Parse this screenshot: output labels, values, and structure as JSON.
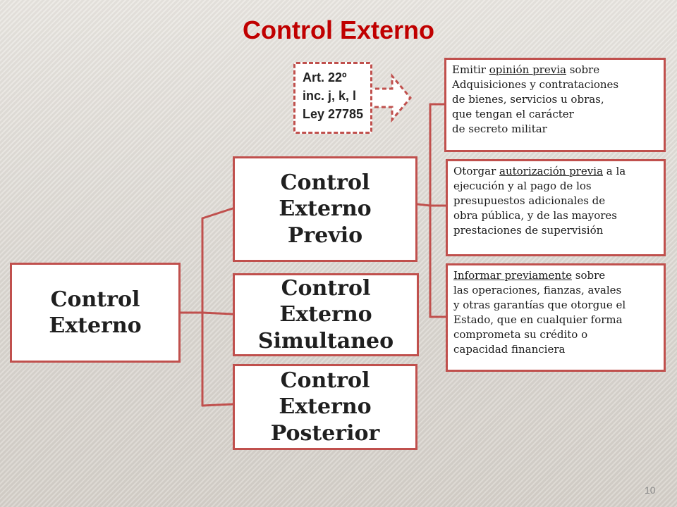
{
  "title": "Control Externo",
  "main_node": {
    "line1": "Control",
    "line2": "Externo"
  },
  "branches": [
    {
      "line1": "Control",
      "line2": "Externo",
      "line3": "Previo"
    },
    {
      "line1": "Control",
      "line2": "Externo",
      "line3": "Simultaneo"
    },
    {
      "line1": "Control",
      "line2": "Externo",
      "line3": "Posterior"
    }
  ],
  "article_ref": {
    "line1": "Art.  22º",
    "line2": "inc. j, k, l",
    "line3": "Ley 27785"
  },
  "descriptions": [
    {
      "l1_pre": "Emitir ",
      "l1_u": "opinión previa",
      "l1_post": " sobre",
      "l2": "Adquisiciones y contrataciones",
      "l3": "de bienes, servicios u obras,",
      "l4": "que tengan el carácter",
      "l5": "de secreto militar"
    },
    {
      "l1_pre": "Otorgar ",
      "l1_u": "autorización previa",
      "l1_post": " a la",
      "l2": "ejecución y al pago de los",
      "l3": " presupuestos adicionales de",
      "l4": "obra pública, y de las mayores",
      "l5": "prestaciones de supervisión"
    },
    {
      "l1_pre": "",
      "l1_u": "Informar previamente",
      "l1_post": " sobre",
      "l2": " las operaciones, fianzas, avales",
      "l3": "y otras garantías que otorgue el",
      "l4": "Estado, que en cualquier forma",
      "l5": "comprometa su crédito o",
      "l6": "capacidad financiera"
    }
  ],
  "page_number": "10",
  "colors": {
    "accent": "#c0504d",
    "title": "#c00000"
  }
}
